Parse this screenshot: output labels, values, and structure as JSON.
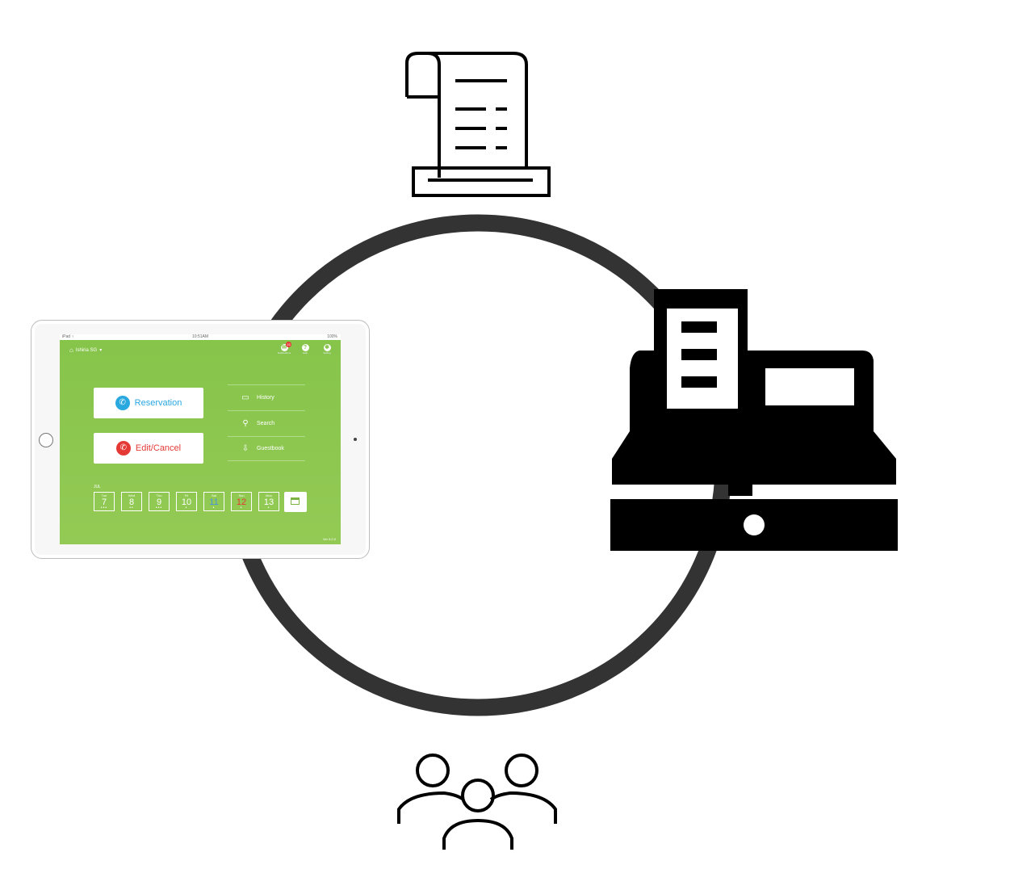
{
  "tablet": {
    "status": {
      "carrier": "iPad ♀",
      "time": "10:51AM",
      "battery": "100%"
    },
    "venue_name": "Ishiria SG",
    "venue_caret": "▾",
    "top_icons": [
      {
        "name": "notifications",
        "glyph": "✉",
        "caption": "Notifications",
        "badge": "15"
      },
      {
        "name": "help",
        "glyph": "?",
        "caption": "Help"
      },
      {
        "name": "settings",
        "glyph": "✱",
        "caption": "Setting"
      }
    ],
    "reservation_label": "Reservation",
    "edit_cancel_label": "Edit/Cancel",
    "side_menu": [
      {
        "icon": "▭",
        "label": "History"
      },
      {
        "icon": "⚲",
        "label": "Search"
      },
      {
        "icon": "⇩",
        "label": "Guestbook"
      }
    ],
    "month": "JUL",
    "days": [
      {
        "weekday": "Tue",
        "num": "7",
        "dots": "•••",
        "color": "#ffffff"
      },
      {
        "weekday": "Wed",
        "num": "8",
        "dots": "••",
        "color": "#ffffff"
      },
      {
        "weekday": "Thu",
        "num": "9",
        "dots": "•••",
        "color": "#ffffff"
      },
      {
        "weekday": "Fri",
        "num": "10",
        "dots": "•",
        "color": "#ffffff"
      },
      {
        "weekday": "Sat",
        "num": "11",
        "dots": "•",
        "color": "#4a90e2"
      },
      {
        "weekday": "Sun",
        "num": "12",
        "dots": "•",
        "color": "#e53935"
      },
      {
        "weekday": "Mon",
        "num": "13",
        "dots": "•",
        "color": "#ffffff"
      }
    ],
    "version": "Ver 5.2.0"
  },
  "colors": {
    "ring": "#333333",
    "screen_green": "#8bc34a",
    "reservation_blue": "#29a8e0",
    "edit_red": "#e53935"
  },
  "icons": {
    "top": "receipt-printer-icon",
    "right": "cash-register-icon",
    "bottom": "customers-group-icon"
  }
}
